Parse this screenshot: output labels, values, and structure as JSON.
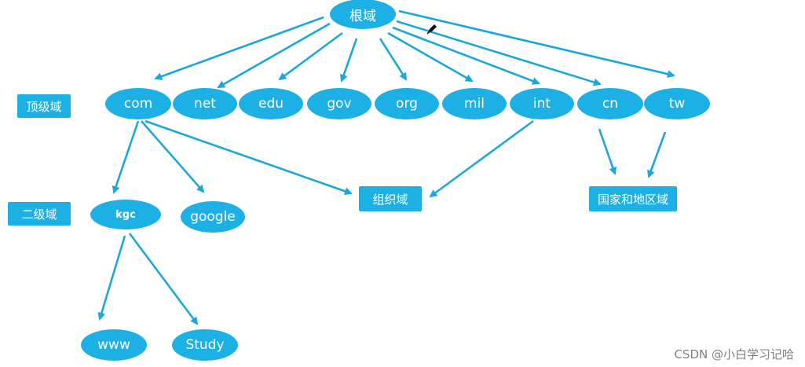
{
  "nodes": {
    "root": "根域",
    "tld_label": "顶级域",
    "com": "com",
    "net": "net",
    "edu": "edu",
    "gov": "gov",
    "org": "org",
    "mil": "mil",
    "int": "int",
    "cn": "cn",
    "tw": "tw",
    "sld_label": "二级域",
    "kgc": "kgc",
    "google": "google",
    "org_domain": "组织域",
    "country_domain": "国家和地区域",
    "www": "www",
    "study": "Study"
  },
  "watermark": "CSDN @小白学习记哈",
  "colors": {
    "node": "#1cb0e5",
    "arrow": "#1aa7dc",
    "text": "#ffffff"
  },
  "edges": [
    [
      "root",
      "com"
    ],
    [
      "root",
      "net"
    ],
    [
      "root",
      "edu"
    ],
    [
      "root",
      "gov"
    ],
    [
      "root",
      "org"
    ],
    [
      "root",
      "mil"
    ],
    [
      "root",
      "int"
    ],
    [
      "root",
      "cn"
    ],
    [
      "root",
      "tw"
    ],
    [
      "com",
      "kgc"
    ],
    [
      "com",
      "google"
    ],
    [
      "com",
      "org_domain"
    ],
    [
      "int",
      "org_domain"
    ],
    [
      "cn",
      "country_domain"
    ],
    [
      "tw",
      "country_domain"
    ],
    [
      "kgc",
      "www"
    ],
    [
      "kgc",
      "study"
    ]
  ]
}
